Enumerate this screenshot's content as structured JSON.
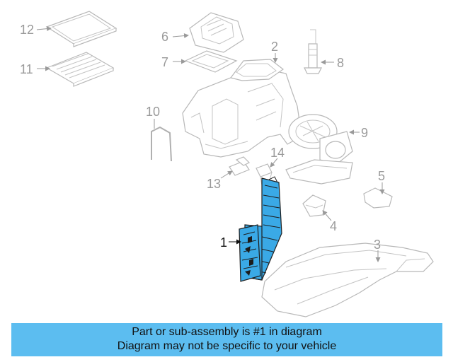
{
  "diagram": {
    "callouts": [
      "1",
      "2",
      "3",
      "4",
      "5",
      "6",
      "7",
      "8",
      "9",
      "10",
      "11",
      "12",
      "13",
      "14"
    ],
    "highlight_color": "#3aa9e6"
  },
  "banner": {
    "line1": "Part or sub-assembly is #1 in diagram",
    "line2": "Diagram may not be specific to your vehicle",
    "background": "#5cbdf0"
  }
}
